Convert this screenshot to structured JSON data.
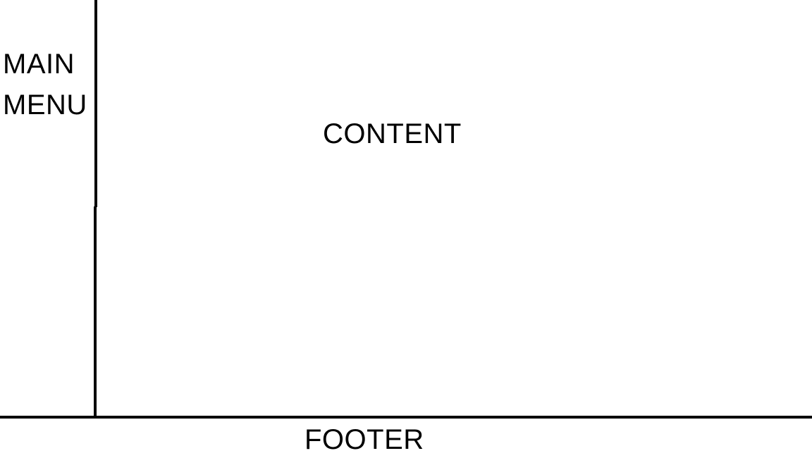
{
  "sidebar": {
    "label_line1": "MAIN",
    "label_line2": "MENU"
  },
  "main": {
    "label": "CONTENT"
  },
  "footer": {
    "label": "FOOTER"
  },
  "colors": {
    "background": "#ffffff",
    "lines": "#000000",
    "text": "#000000"
  }
}
